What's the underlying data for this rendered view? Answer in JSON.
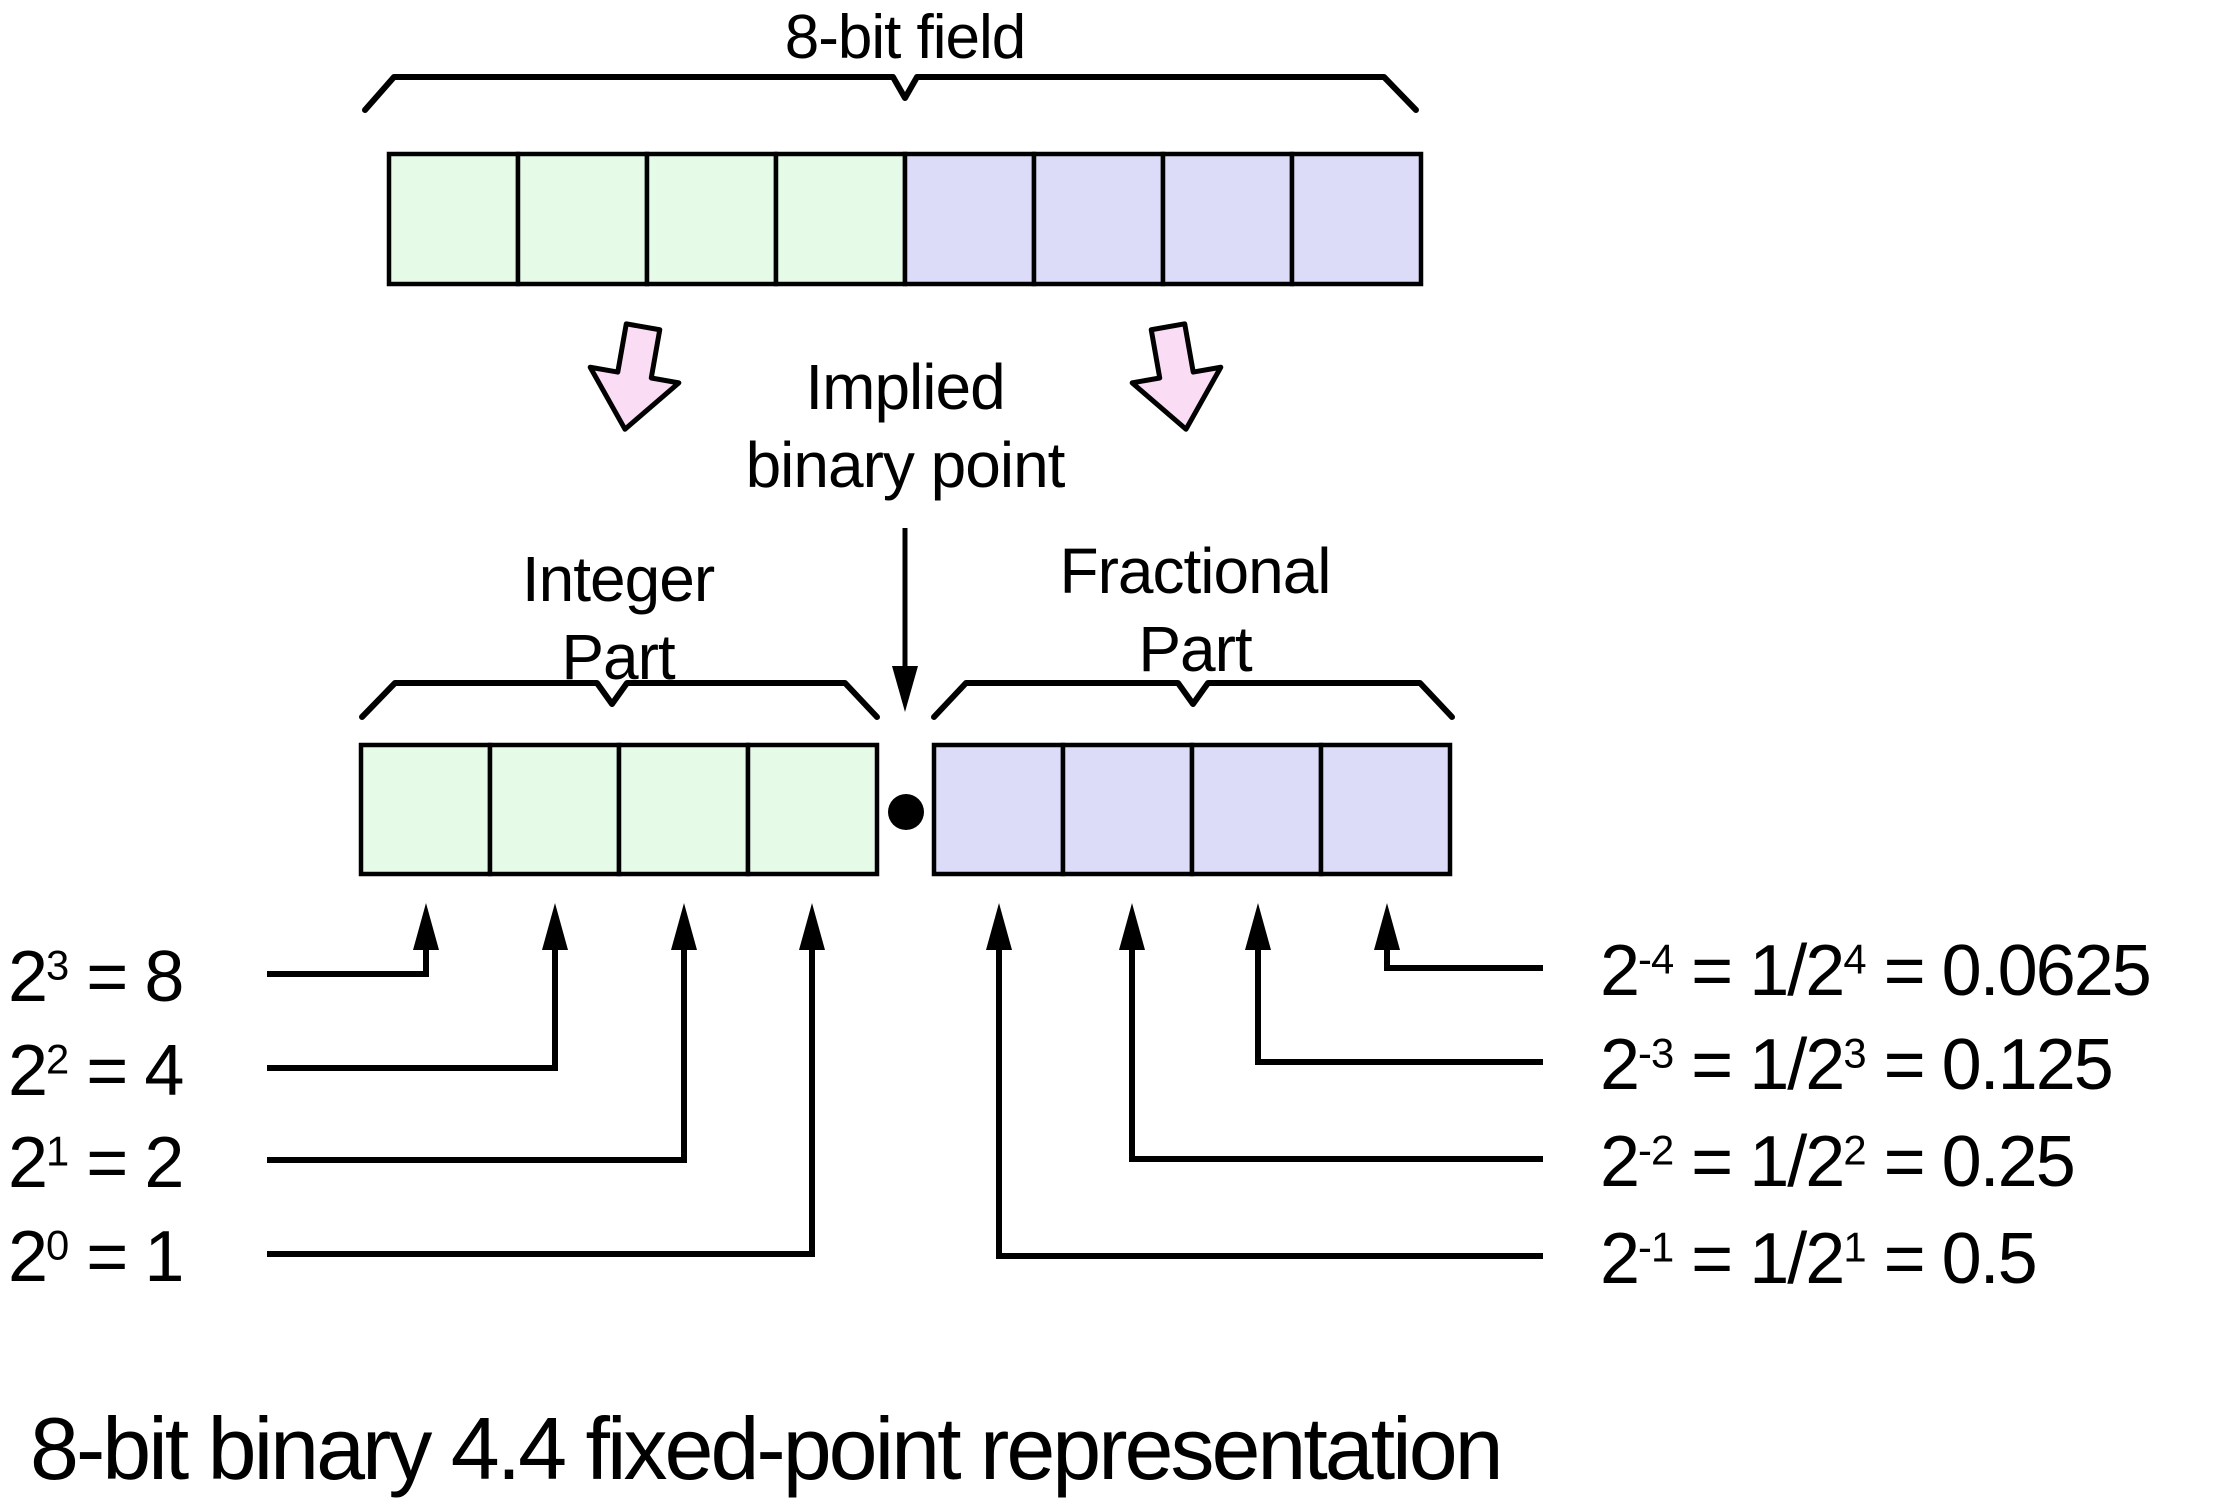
{
  "title": "8-bit field",
  "implied_label": {
    "line1": "Implied",
    "line2": "binary point"
  },
  "integer_label": {
    "line1": "Integer",
    "line2": "Part"
  },
  "fractional_label": {
    "line1": "Fractional",
    "line2": "Part"
  },
  "caption": "8-bit binary 4.4 fixed-point representation",
  "bit_field": {
    "total_bits": 8,
    "integer_bits": 4,
    "fractional_bits": 4,
    "binary_point": "implied between bit 3 and bit 4"
  },
  "left_labels": [
    {
      "base": "2",
      "exp": "3",
      "rest": " = 8"
    },
    {
      "base": "2",
      "exp": "2",
      "rest": " = 4"
    },
    {
      "base": "2",
      "exp": "1",
      "rest": " = 2"
    },
    {
      "base": "2",
      "exp": "0",
      "rest": " = 1"
    }
  ],
  "right_labels": [
    {
      "base": "2",
      "exp": "-4",
      "mid": " = 1/2",
      "exp2": "4",
      "rest": " = 0.0625"
    },
    {
      "base": "2",
      "exp": "-3",
      "mid": " = 1/2",
      "exp2": "3",
      "rest": " = 0.125"
    },
    {
      "base": "2",
      "exp": "-2",
      "mid": " = 1/2",
      "exp2": "2",
      "rest": " = 0.25"
    },
    {
      "base": "2",
      "exp": "-1",
      "mid": " = 1/2",
      "exp2": "1",
      "rest": " = 0.5"
    }
  ],
  "colors": {
    "integer_cell": "#e5fbe8",
    "fractional_cell": "#dcdcf8",
    "arrow_pink": "#fadcf5",
    "stroke": "#000000"
  }
}
